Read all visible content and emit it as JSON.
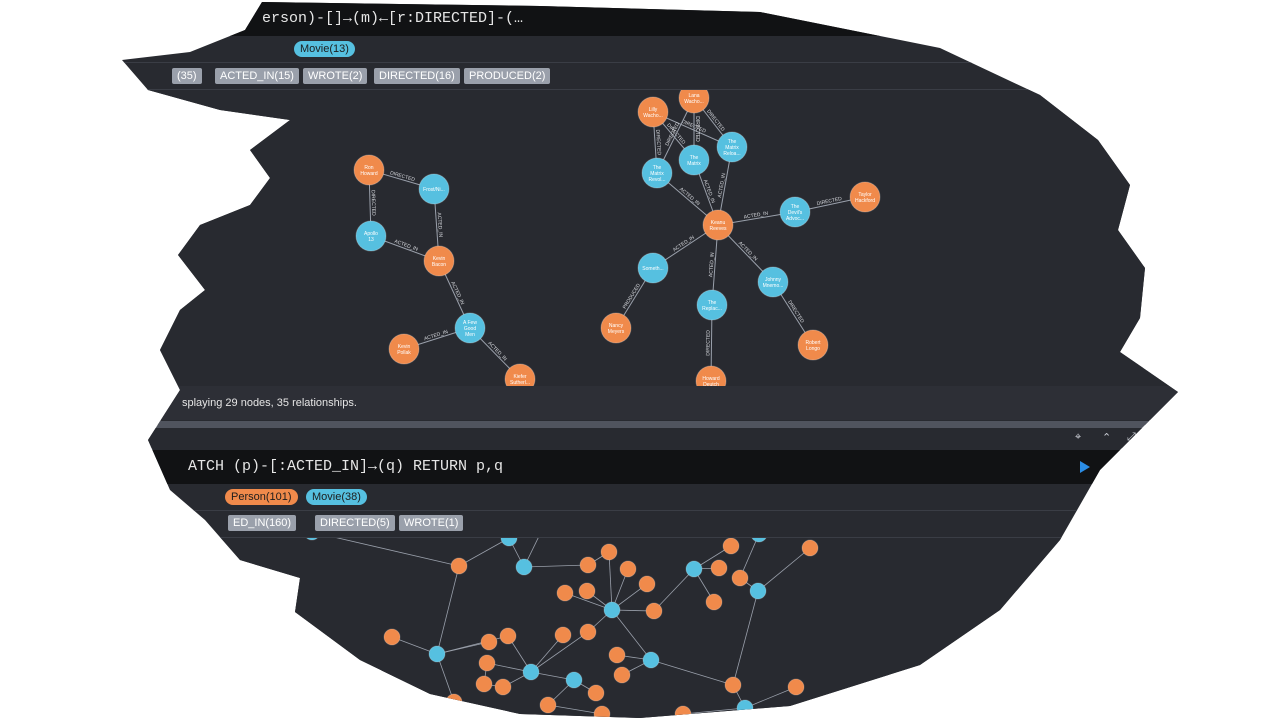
{
  "panel1": {
    "query_visible": "erson)-[]→(m)←[r:DIRECTED]-(…",
    "node_labels": [
      {
        "label": "Movie",
        "count": "(13)",
        "kind": "movie"
      }
    ],
    "rel_types": [
      {
        "label": "",
        "count": "(35)"
      },
      {
        "label": "ACTED_IN",
        "count": "(15)"
      },
      {
        "label": "WROTE",
        "count": "(2)"
      },
      {
        "label": "DIRECTED",
        "count": "(16)"
      },
      {
        "label": "PRODUCED",
        "count": "(2)"
      }
    ],
    "status": "splaying 29 nodes, 35 relationships.",
    "nodes": [
      {
        "id": "ronhoward",
        "label": "Ron Howard",
        "kind": "person"
      },
      {
        "id": "frostnixon",
        "label": "Frost/Ni...",
        "kind": "movie"
      },
      {
        "id": "apollo13",
        "label": "Apollo 13",
        "kind": "movie"
      },
      {
        "id": "kevinbacon",
        "label": "Kevin Bacon",
        "kind": "person"
      },
      {
        "id": "afewgoodmen",
        "label": "A Few Good Men",
        "kind": "movie"
      },
      {
        "id": "kevinpollak",
        "label": "Kevin Pollak",
        "kind": "person"
      },
      {
        "id": "kieferbaker",
        "label": "Kiefer Sutherl...",
        "kind": "person"
      },
      {
        "id": "lanawachowski",
        "label": "Lana Wacho...",
        "kind": "person"
      },
      {
        "id": "lillywachowski",
        "label": "Lilly Wacho...",
        "kind": "person"
      },
      {
        "id": "matrixrevolutions",
        "label": "The Matrix Revol...",
        "kind": "movie"
      },
      {
        "id": "matrix",
        "label": "The Matrix",
        "kind": "movie"
      },
      {
        "id": "matrixreloaded",
        "label": "The Matrix Reloa...",
        "kind": "movie"
      },
      {
        "id": "keanu",
        "label": "Keanu Reeves",
        "kind": "person"
      },
      {
        "id": "devilsadvocate",
        "label": "The Devil's Advoc...",
        "kind": "movie"
      },
      {
        "id": "taylorhackford",
        "label": "Taylor Hackford",
        "kind": "person"
      },
      {
        "id": "somethings",
        "label": "Someth...",
        "kind": "movie"
      },
      {
        "id": "nancymeyers",
        "label": "Nancy Meyers",
        "kind": "person"
      },
      {
        "id": "replacements",
        "label": "The Replac...",
        "kind": "movie"
      },
      {
        "id": "johnnymnemonic",
        "label": "Johnny Mnemo...",
        "kind": "movie"
      },
      {
        "id": "robertlongo",
        "label": "Robert Longo",
        "kind": "person"
      },
      {
        "id": "howarddeutch",
        "label": "Howard Deutch",
        "kind": "person"
      }
    ],
    "edges": [
      {
        "from": "ronhoward",
        "to": "frostnixon",
        "label": "DIRECTED"
      },
      {
        "from": "ronhoward",
        "to": "apollo13",
        "label": "DIRECTED"
      },
      {
        "from": "kevinbacon",
        "to": "frostnixon",
        "label": "ACTED_IN"
      },
      {
        "from": "kevinbacon",
        "to": "apollo13",
        "label": "ACTED_IN"
      },
      {
        "from": "kevinbacon",
        "to": "afewgoodmen",
        "label": "ACTED_IN"
      },
      {
        "from": "kevinpollak",
        "to": "afewgoodmen",
        "label": "ACTED_IN"
      },
      {
        "from": "kieferbaker",
        "to": "afewgoodmen",
        "label": "ACTED_IN"
      },
      {
        "from": "lillywachowski",
        "to": "matrixrevolutions",
        "label": "DIRECTED"
      },
      {
        "from": "lillywachowski",
        "to": "matrix",
        "label": "DIRECTED"
      },
      {
        "from": "lillywachowski",
        "to": "matrixreloaded",
        "label": "DIRECTED"
      },
      {
        "from": "lanawachowski",
        "to": "matrixrevolutions",
        "label": "DIRECTED"
      },
      {
        "from": "lanawachowski",
        "to": "matrix",
        "label": "DIRECTED"
      },
      {
        "from": "lanawachowski",
        "to": "matrixreloaded",
        "label": "DIRECTED"
      },
      {
        "from": "keanu",
        "to": "matrixrevolutions",
        "label": "ACTED_IN"
      },
      {
        "from": "keanu",
        "to": "matrix",
        "label": "ACTED_IN"
      },
      {
        "from": "keanu",
        "to": "matrixreloaded",
        "label": "ACTED_IN"
      },
      {
        "from": "keanu",
        "to": "devilsadvocate",
        "label": "ACTED_IN"
      },
      {
        "from": "taylorhackford",
        "to": "devilsadvocate",
        "label": "DIRECTED"
      },
      {
        "from": "keanu",
        "to": "somethings",
        "label": "ACTED_IN"
      },
      {
        "from": "nancymeyers",
        "to": "somethings",
        "label": "PRODUCED"
      },
      {
        "from": "keanu",
        "to": "replacements",
        "label": "ACTED_IN"
      },
      {
        "from": "keanu",
        "to": "johnnymnemonic",
        "label": "ACTED_IN"
      },
      {
        "from": "robertlongo",
        "to": "johnnymnemonic",
        "label": "DIRECTED"
      },
      {
        "from": "howarddeutch",
        "to": "replacements",
        "label": "DIRECTED"
      }
    ]
  },
  "panel2": {
    "query": "ATCH (p)-[:ACTED_IN]→(q) RETURN p,q",
    "node_labels": [
      {
        "label": "Person",
        "count": "(101)",
        "kind": "person"
      },
      {
        "label": "Movie",
        "count": "(38)",
        "kind": "movie"
      }
    ],
    "rel_types": [
      {
        "label": "ED_IN",
        "count": "(160)"
      },
      {
        "label": "DIRECTED",
        "count": "(5)"
      },
      {
        "label": "WROTE",
        "count": "(1)"
      }
    ],
    "toolbar": {
      "pin": "⌖",
      "collapse": "⌃",
      "expand": "⤢"
    }
  },
  "colors": {
    "person": "#f08a4b",
    "movie": "#56c0e0",
    "background": "#282a30",
    "edge": "#9aa0ab"
  }
}
